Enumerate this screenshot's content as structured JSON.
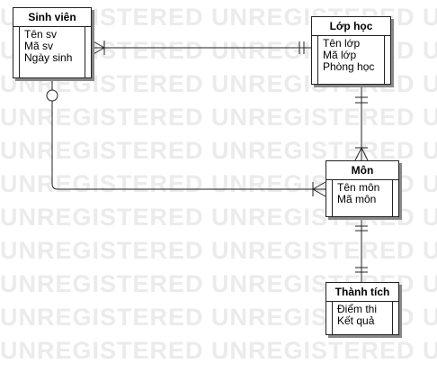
{
  "watermark": {
    "text": "UNREGISTERED UNREGISTERED UNREGISTERED UNREGISTERED"
  },
  "entities": {
    "sinh_vien": {
      "title": "Sinh viên",
      "attributes": [
        "Tên sv",
        "Mã sv",
        "Ngày sinh"
      ]
    },
    "lop_hoc": {
      "title": "Lớp học",
      "attributes": [
        "Tên lớp",
        "Mã lớp",
        "Phòng học"
      ]
    },
    "mon": {
      "title": "Môn",
      "attributes": [
        "Tên môn",
        "Mã môn"
      ]
    },
    "thanh_tich": {
      "title": "Thành tích",
      "attributes": [
        "Điểm thi",
        "Kết quả"
      ]
    }
  },
  "relationships": [
    {
      "from": "Sinh viên",
      "to": "Lớp học",
      "from_end": "many",
      "to_end": "exactly-one"
    },
    {
      "from": "Sinh viên",
      "to": "Môn",
      "from_end": "zero-or-one",
      "to_end": "many"
    },
    {
      "from": "Lớp học",
      "to": "Môn",
      "from_end": "exactly-one",
      "to_end": "many"
    },
    {
      "from": "Môn",
      "to": "Thành tích",
      "from_end": "exactly-one",
      "to_end": "exactly-one"
    }
  ]
}
